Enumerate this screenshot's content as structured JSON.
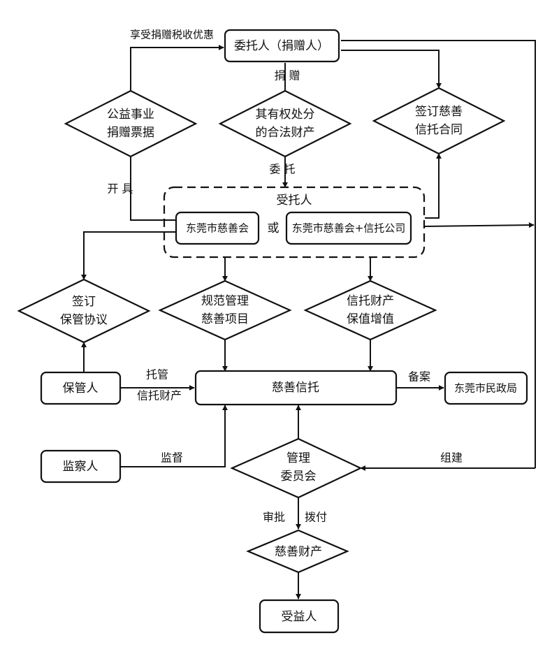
{
  "nodes": {
    "trustor": "委托人（捐赠人）",
    "welfare_receipt": [
      "公益事业",
      "捐赠票据"
    ],
    "legal_property": [
      "其有权处分",
      "的合法财产"
    ],
    "sign_trust_contract": [
      "签订慈善",
      "信托合同"
    ],
    "trustee": "受托人",
    "dg_charity": "东莞市慈善会",
    "or": "或",
    "dg_charity_trust": "东莞市慈善会+信托公司",
    "sign_custody": [
      "签订",
      "保管协议"
    ],
    "standard_manage": [
      "规范管理",
      "慈善项目"
    ],
    "trust_value": [
      "信托财产",
      "保值增值"
    ],
    "custodian": "保管人",
    "charity_trust": "慈善信托",
    "civil_affairs": "东莞市民政局",
    "supervisor": "监察人",
    "management_committee": [
      "管理",
      "委员会"
    ],
    "charity_property": "慈善财产",
    "beneficiary": "受益人"
  },
  "edge_labels": {
    "tax_benefit": "享受捐赠税收优惠",
    "donate": "捐  赠",
    "entrust": "委  托",
    "issue": "开  具",
    "custody": "托管",
    "trust_property": "信托财产",
    "record": "备案",
    "supervise": "监督",
    "establish": "组建",
    "approve": "审批",
    "allocate": "拨付"
  }
}
